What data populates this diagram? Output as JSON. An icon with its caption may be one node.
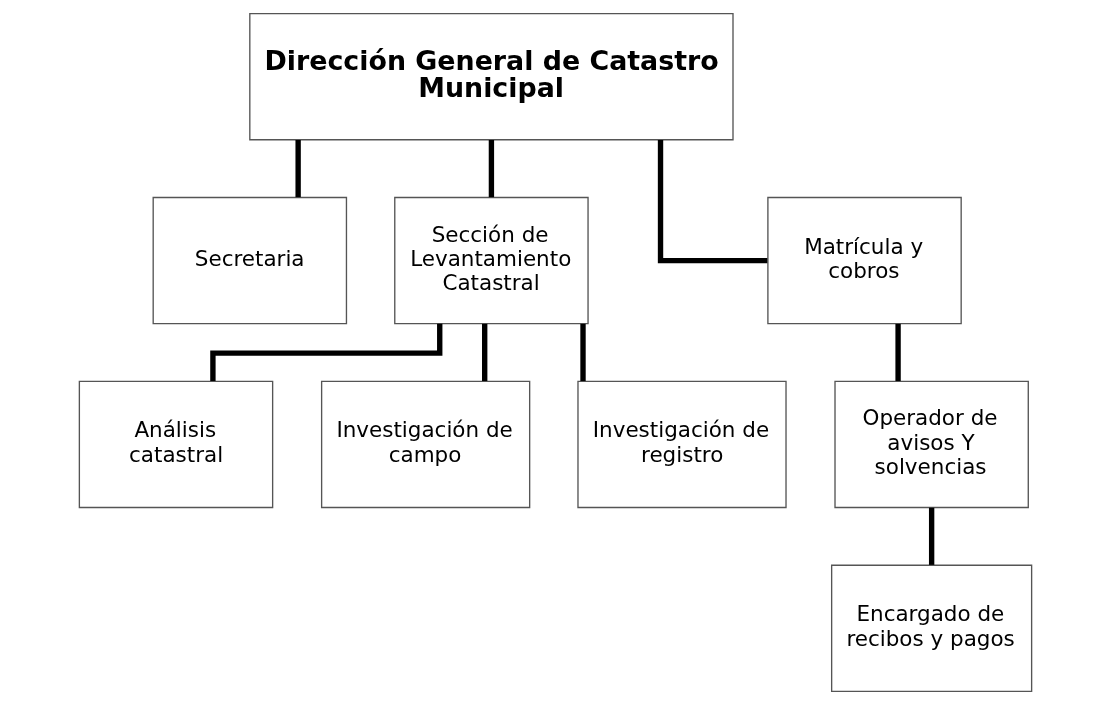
{
  "diagram": {
    "nodes": [
      {
        "text": [
          "Dirección General de Catastro Municipal"
        ]
      },
      {
        "text": [
          "Secretaria"
        ]
      },
      {
        "text": [
          "Sección de Levantamiento Catastral"
        ]
      },
      {
        "text": [
          "Matrícula y cobros"
        ]
      },
      {
        "text": [
          "Análisis catastral"
        ]
      },
      {
        "text": [
          "Investigación de campo"
        ]
      },
      {
        "text": [
          "Investigación de registro"
        ]
      },
      {
        "text": [
          "Operador de avisos Y solvencias"
        ]
      },
      {
        "text": [
          "Encargado de recibos y pagos"
        ]
      }
    ],
    "edges": [
      {
        "from": 0,
        "to": 1,
        "arrow": "none"
      },
      {
        "from": 0,
        "to": 2,
        "arrow": "none"
      },
      {
        "from": 0,
        "to": 3,
        "arrow": "none"
      },
      {
        "from": 2,
        "to": 4,
        "arrow": "none"
      },
      {
        "from": 2,
        "to": 5,
        "arrow": "none"
      },
      {
        "from": 2,
        "to": 6,
        "arrow": "none"
      },
      {
        "from": 3,
        "to": 7,
        "arrow": "none"
      },
      {
        "from": 7,
        "to": 8,
        "arrow": "none"
      }
    ]
  }
}
